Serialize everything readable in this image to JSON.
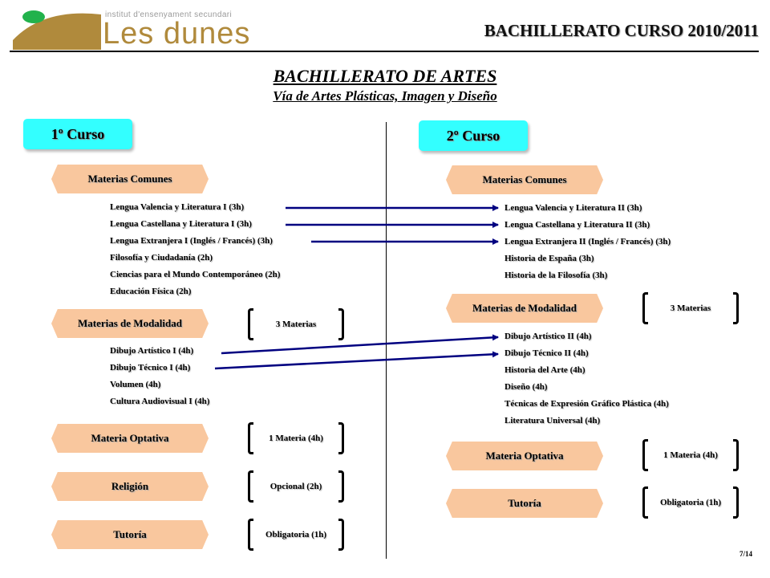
{
  "header": {
    "logo_small": "institut d'ensenyament secundari",
    "logo_big": "Les dunes",
    "title": "BACHILLERATO CURSO 2010/2011"
  },
  "main_title": "BACHILLERATO DE ARTES",
  "sub_title": "Vía de Artes Plásticas, Imagen y Diseño",
  "left": {
    "curso": "1º Curso",
    "comunes_label": "Materias Comunes",
    "comunes": [
      "Lengua Valencia y Literatura I (3h)",
      "Lengua Castellana y Literatura I (3h)",
      "Lengua Extranjera I (Inglés / Francés) (3h)",
      "Filosofía y Ciudadanía (2h)",
      "Ciencias para el Mundo Contemporáneo (2h)",
      "Educación Física (2h)"
    ],
    "modalidad_label": "Materias de Modalidad",
    "modalidad_note": "3 Materias",
    "modalidad": [
      "Dibujo Artístico I (4h)",
      "Dibujo Técnico I (4h)",
      "Volumen (4h)",
      "Cultura Audiovisual I (4h)"
    ],
    "optativa_label": "Materia Optativa",
    "optativa_note": "1 Materia (4h)",
    "religion_label": "Religión",
    "religion_note": "Opcional (2h)",
    "tutoria_label": "Tutoría",
    "tutoria_note": "Obligatoria (1h)"
  },
  "right": {
    "curso": "2º Curso",
    "comunes_label": "Materias Comunes",
    "comunes": [
      "Lengua Valencia y Literatura II (3h)",
      "Lengua Castellana y Literatura II (3h)",
      "Lengua Extranjera II (Inglés / Francés) (3h)",
      "Historia de España (3h)",
      "Historia de la Filosofía (3h)"
    ],
    "modalidad_label": "Materias de Modalidad",
    "modalidad_note": "3 Materias",
    "modalidad": [
      "Dibujo Artístico II (4h)",
      "Dibujo Técnico II (4h)",
      "Historia del Arte (4h)",
      "Diseño (4h)",
      "Técnicas de Expresión Gráfico Plástica (4h)",
      "Literatura Universal (4h)"
    ],
    "optativa_label": "Materia Optativa",
    "optativa_note": "1 Materia (4h)",
    "tutoria_label": "Tutoría",
    "tutoria_note": "Obligatoria (1h)"
  },
  "page_number": "7/14",
  "colors": {
    "curso_box": "#33ffff",
    "pill": "#f9c79e",
    "arrow": "#000080",
    "logo_gold": "#b08a3c",
    "logo_green": "#22b24c"
  }
}
